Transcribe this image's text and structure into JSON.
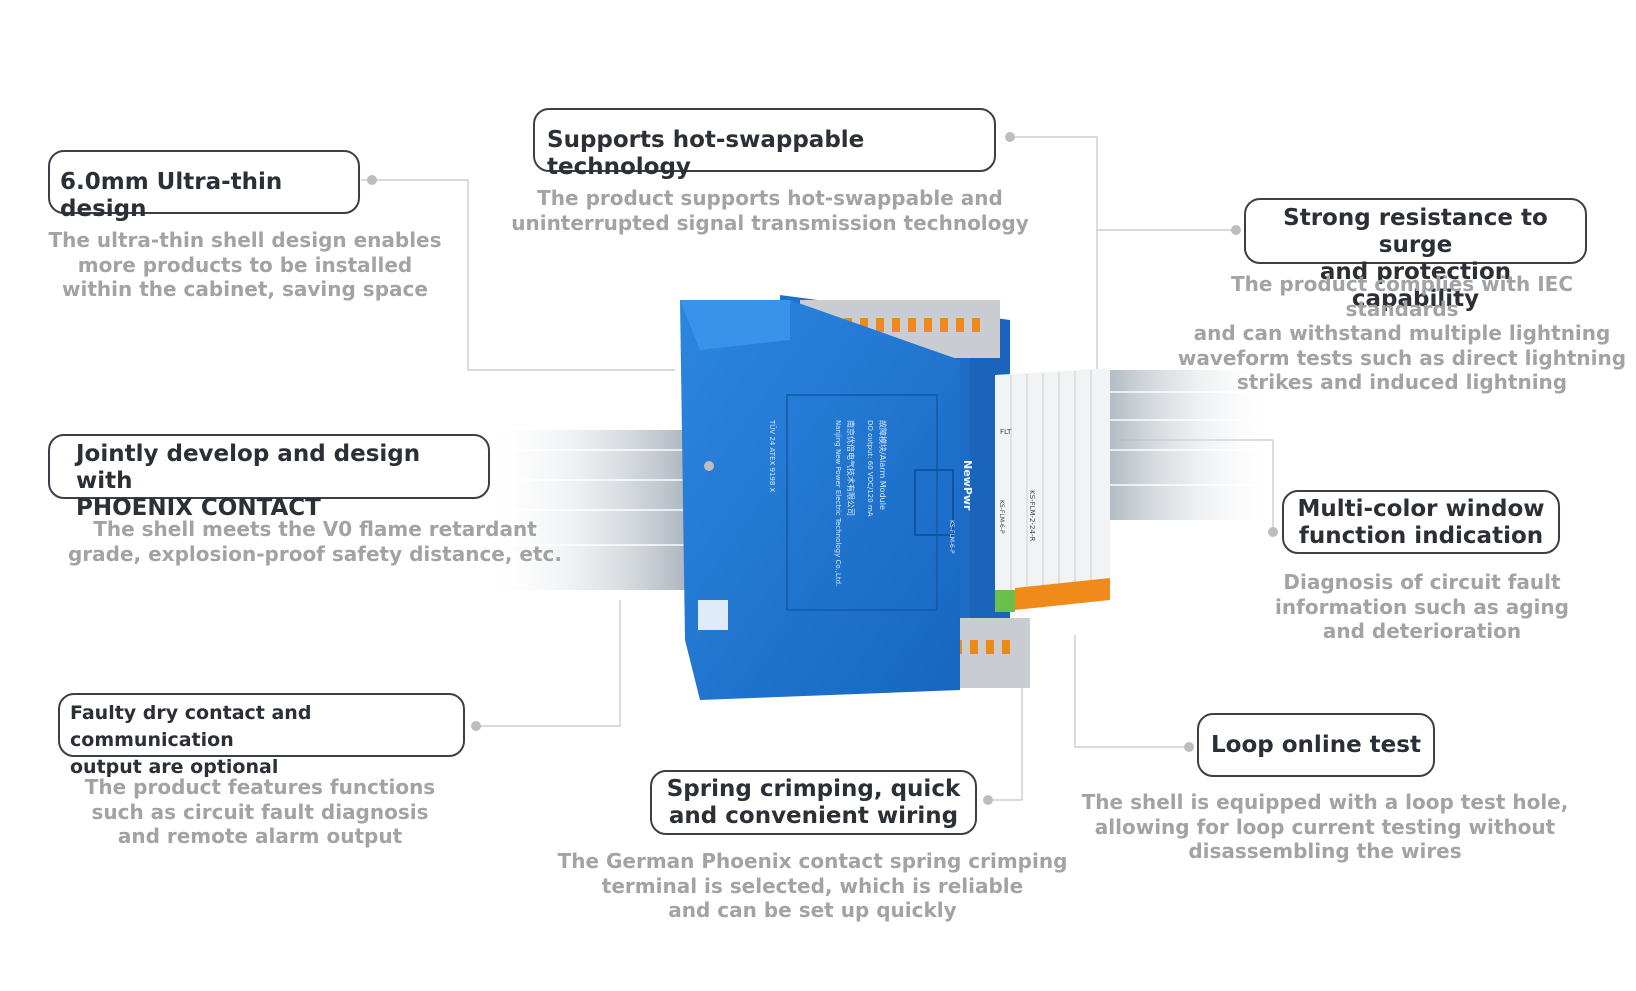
{
  "features": [
    {
      "id": "ultra-thin",
      "title": "6.0mm Ultra-thin design",
      "desc": "The ultra-thin shell design enables\nmore products to be installed\nwithin the cabinet, saving space"
    },
    {
      "id": "hot-swap",
      "title": "Supports hot-swappable technology",
      "desc": "The product supports hot-swappable and\nuninterrupted signal transmission technology"
    },
    {
      "id": "surge",
      "title": "Strong resistance to surge\nand protection capability",
      "desc": "The product complies with IEC standards\nand can withstand multiple lightning\nwaveform tests such as direct lightning\nstrikes and induced lightning"
    },
    {
      "id": "phoenix",
      "title": "Jointly develop and design with\nPHOENIX CONTACT",
      "desc": "The shell meets the V0 flame retardant\ngrade, explosion-proof safety distance, etc."
    },
    {
      "id": "window",
      "title": "Multi-color window\nfunction indication",
      "desc": "Diagnosis of circuit fault\ninformation such as aging\nand deterioration"
    },
    {
      "id": "dry-contact",
      "title": "Faulty dry contact and communication\noutput are optional",
      "desc": "The product features functions\nsuch as circuit fault diagnosis\nand remote alarm output"
    },
    {
      "id": "loop-test",
      "title": "Loop online test",
      "desc": "The shell is equipped with a loop test hole,\nallowing for loop current testing without\ndisassembling the wires"
    },
    {
      "id": "spring",
      "title": "Spring crimping, quick\nand convenient wiring",
      "desc": "The German Phoenix contact spring crimping\nterminal is selected, which is reliable\nand can be set up quickly"
    }
  ],
  "product": {
    "brand": "NewPwr",
    "model": "KS-FLM-2-24-R",
    "side_model": "KS-FLM-6-P",
    "module_label": "KS-FLM-6-P",
    "window_label": "FLT",
    "module_name": "故障模块/Alarm Module",
    "output": "DO output: 60 VDC/120 mA",
    "company": "Nanjing New Power Electric Technology Co.,Ltd.",
    "company_cn": "南京优倍电气技术有限公司",
    "cert": "TÜV 24 ATEX 9198 X"
  },
  "colors": {
    "housing": "#1f73cf",
    "terminal": "#ee8a1c",
    "accent": "#3b3f48"
  }
}
